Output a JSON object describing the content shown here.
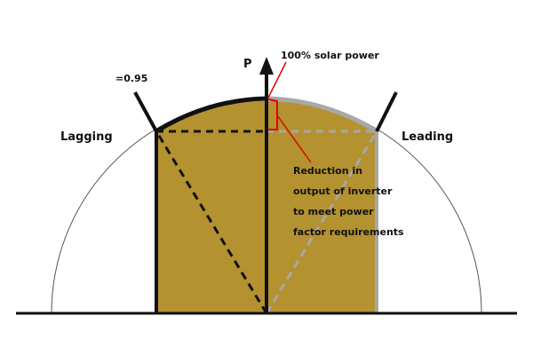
{
  "labels": {
    "axis_p": "P",
    "solar_power": "100% solar power",
    "pf_value": "=0.95",
    "lagging": "Lagging",
    "leading": "Leading",
    "reduction_lines": [
      "Reduction in",
      "output of inverter",
      "to meet power",
      "factor requirements"
    ]
  },
  "colors": {
    "fill_region": "#b3922f",
    "black": "#111111",
    "grey": "#a8a8a8",
    "highlight": "#e00000",
    "outer_circle": "#555555"
  }
}
